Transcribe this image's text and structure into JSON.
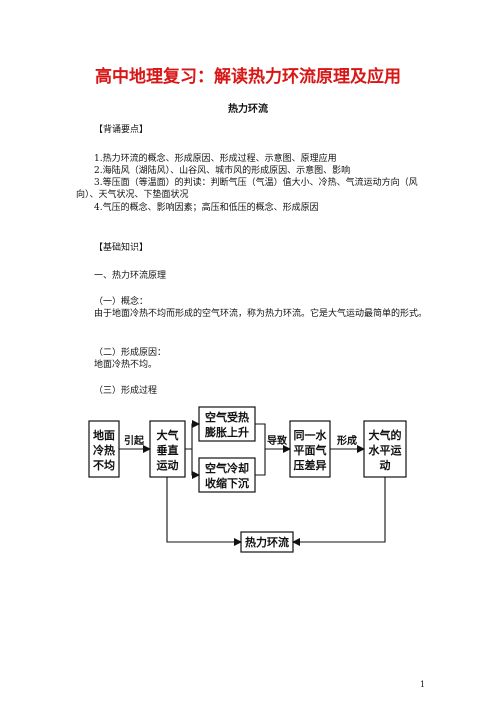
{
  "title": "高中地理复习：解读热力环流原理及应用",
  "subtitle": "热力环流",
  "section_key_points": {
    "heading": "【背诵要点】",
    "items": [
      "1.热力环流的概念、形成原因、形成过程、示意图、原理应用",
      "2.海陆风（湖陆风）、山谷风、城市风的形成原因、示意图、影响",
      "3.等压面（等温面）的判读：判断气压（气温）值大小、冷热、气流运动方向（风向）、天气状况、下垫面状况",
      "4.气压的概念、影响因素；高压和低压的概念、形成原因"
    ]
  },
  "section_basics": {
    "heading": "【基础知识】",
    "part1": "一、热力环流原理",
    "concept_heading": "（一）概念：",
    "concept_text": "由于地面冷热不均而形成的空气环流，称为热力环流。它是大气运动最简单的形式。",
    "cause_heading": "（二）形成原因：",
    "cause_text": "地面冷热不均。",
    "process_heading": "（三）形成过程"
  },
  "diagram": {
    "box1": [
      "地面",
      "冷热",
      "不均"
    ],
    "arrow1": "引起",
    "box2": [
      "大气",
      "垂直",
      "运动"
    ],
    "box3a": [
      "空气受热",
      "膨胀上升"
    ],
    "box3b": [
      "空气冷却",
      "收缩下沉"
    ],
    "arrow2": "导致",
    "box4": [
      "同一水",
      "平面气",
      "压差异"
    ],
    "arrow3": "形成",
    "box5": [
      "大气的",
      "水平运",
      "动"
    ],
    "bottom": "热力环流"
  },
  "page_number": "1"
}
